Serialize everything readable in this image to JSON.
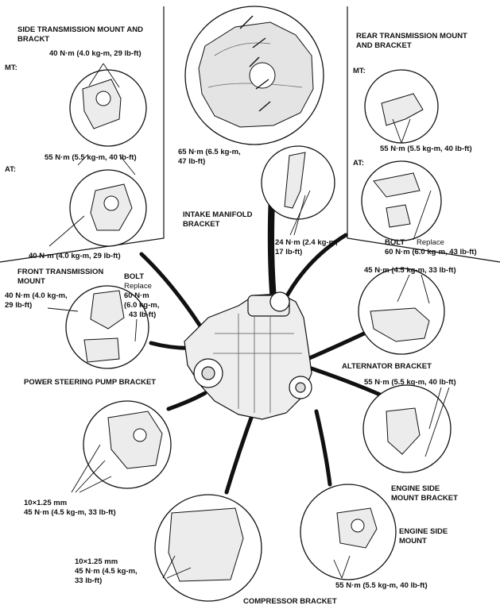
{
  "labels": {
    "side_mount_title": [
      "SIDE TRANSMISSION MOUNT AND",
      "BRACKT"
    ],
    "mt": "MT:",
    "at": "AT:",
    "side_mt_torque": "40 N·m (4.0 kg-m, 29 lb-ft)",
    "side_at_torque_top": "55 N·m (5.5 kg-m, 40 lb-ft)",
    "side_at_torque_bottom": "40 N·m (4.0 kg-m, 29 lb-ft)",
    "top_torque": [
      "65 N·m (6.5 kg-m,",
      "47 lb-ft)"
    ],
    "rear_mount_title": [
      "REAR TRANSMISSION MOUNT",
      "AND BRACKET"
    ],
    "rear_mt": "MT:",
    "rear_at": "AT:",
    "rear_mt_torque": "55 N·m (5.5 kg-m, 40 lb-ft)",
    "rear_bolt": "BOLT",
    "rear_replace": "Replace",
    "rear_bolt_torque": "60 N·m (6.0 kg-m, 43 lb-ft)",
    "intake_manifold_bracket": [
      "INTAKE MANIFOLD",
      "BRACKET"
    ],
    "intake_torque": [
      "24 N·m (2.4 kg-m,",
      "17 lb-ft)"
    ],
    "front_mount_title": [
      "FRONT TRANSMISSION",
      "MOUNT"
    ],
    "front_torque": [
      "40 N·m (4.0 kg-m,",
      "29 lb-ft)"
    ],
    "front_bolt": "BOLT",
    "front_replace": "Replace",
    "front_bolt_torque": [
      "60 N·m",
      "(6.0 kg-m,",
      "43 lb-ft)"
    ],
    "alternator_torque": "45 N·m (4.5 kg-m, 33 lb-ft)",
    "alternator_bracket": "ALTERNATOR BRACKET",
    "engine_side_bracket_torque": "55 N·m (5.5 kg-m, 40 lb-ft)",
    "engine_side_mount_bracket": [
      "ENGINE SIDE",
      "MOUNT BRACKET"
    ],
    "ps_pump_bracket": "POWER STEERING PUMP BRACKET",
    "ps_bolt": [
      "10×1.25 mm",
      "45 N·m (4.5 kg-m, 33 lb-ft)"
    ],
    "compressor_bolt": [
      "10×1.25 mm",
      "45 N·m (4.5 kg-m,",
      "33 lb-ft)"
    ],
    "compressor_bracket": "COMPRESSOR BRACKET",
    "engine_side_mount": [
      "ENGINE SIDE",
      "MOUNT"
    ],
    "engine_side_mount_torque": "55 N·m (5.5 kg-m, 40 lb-ft)"
  },
  "colors": {
    "ink": "#111111",
    "paper": "#ffffff"
  }
}
